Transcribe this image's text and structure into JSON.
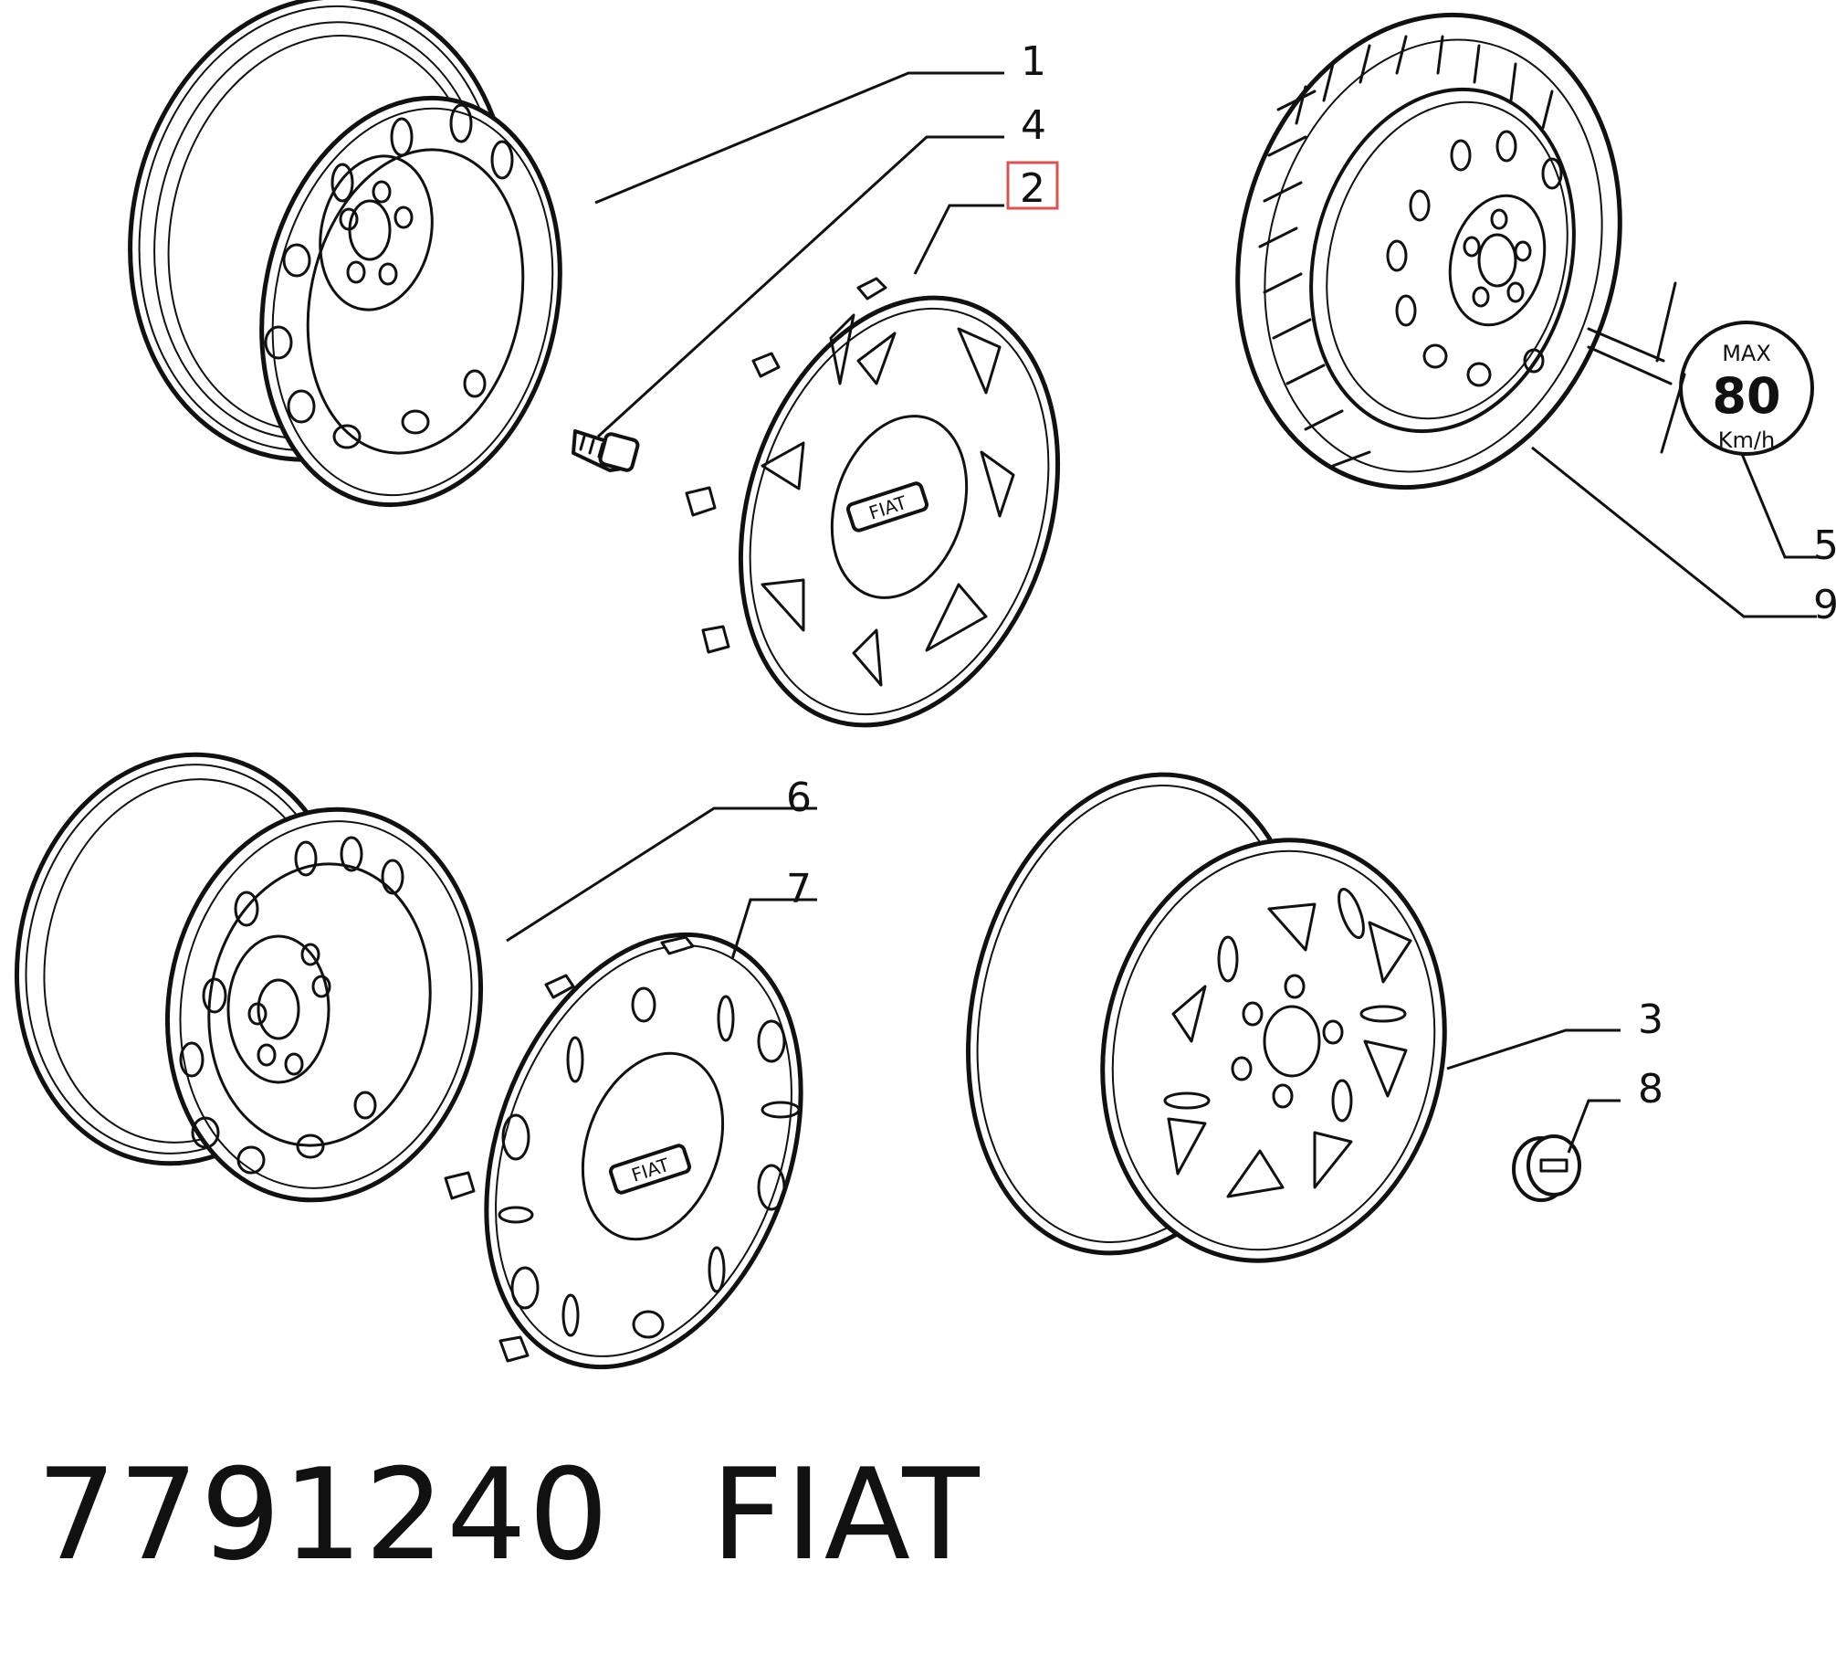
{
  "callouts": [
    {
      "id": "1",
      "label": "1"
    },
    {
      "id": "4",
      "label": "4"
    },
    {
      "id": "2",
      "label": "2",
      "highlighted": true
    },
    {
      "id": "5",
      "label": "5"
    },
    {
      "id": "9",
      "label": "9"
    },
    {
      "id": "6",
      "label": "6"
    },
    {
      "id": "7",
      "label": "7"
    },
    {
      "id": "3",
      "label": "3"
    },
    {
      "id": "8",
      "label": "8"
    }
  ],
  "speed_sign": {
    "line1": "MAX",
    "line2": "80",
    "line3": "Km/h"
  },
  "hubcap_logo": "FIAT",
  "caption": {
    "part_number": "7791240",
    "brand": "FIAT"
  },
  "colors": {
    "ink": "#111111",
    "highlight": "#d9534f",
    "background": "#ffffff"
  }
}
